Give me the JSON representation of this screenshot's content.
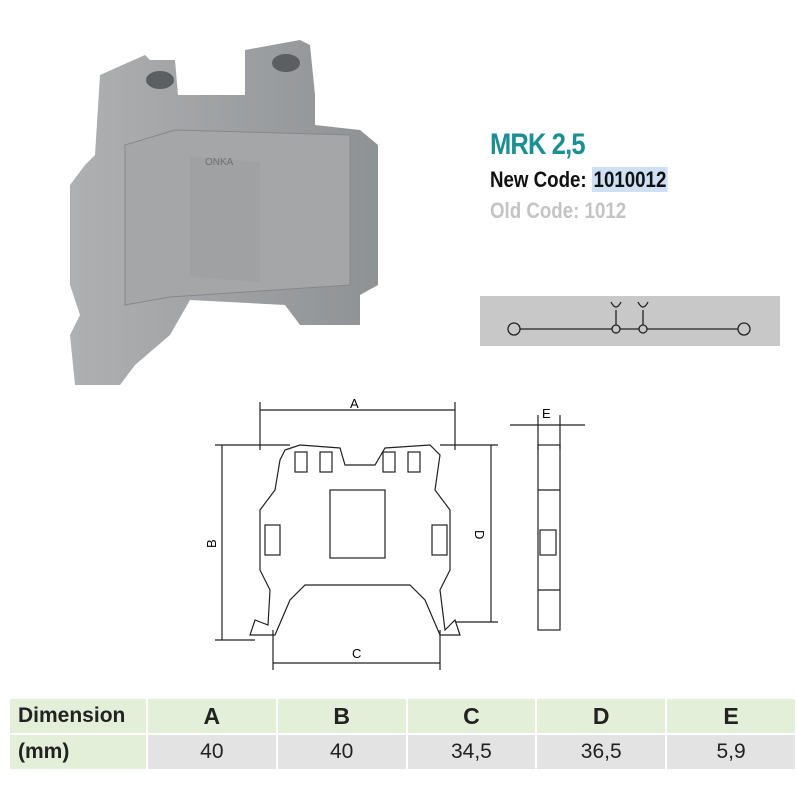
{
  "product": {
    "title": "MRK 2,5",
    "new_code_label": "New Code:",
    "new_code": "1010012",
    "old_code_label": "Old Code:",
    "old_code": "1012",
    "brand_marking": "ONKA"
  },
  "drawing": {
    "labels": {
      "a": "A",
      "b": "B",
      "c": "C",
      "d": "D",
      "e": "E"
    }
  },
  "table": {
    "row_label_1": "Dimension",
    "row_label_2": "(mm)",
    "headers": [
      "A",
      "B",
      "C",
      "D",
      "E"
    ],
    "values": [
      "40",
      "40",
      "34,5",
      "36,5",
      "5,9"
    ]
  },
  "colors": {
    "title": "#1a8f94",
    "header_bg": "#e3efd9",
    "value_bg": "#e3e3e3"
  }
}
